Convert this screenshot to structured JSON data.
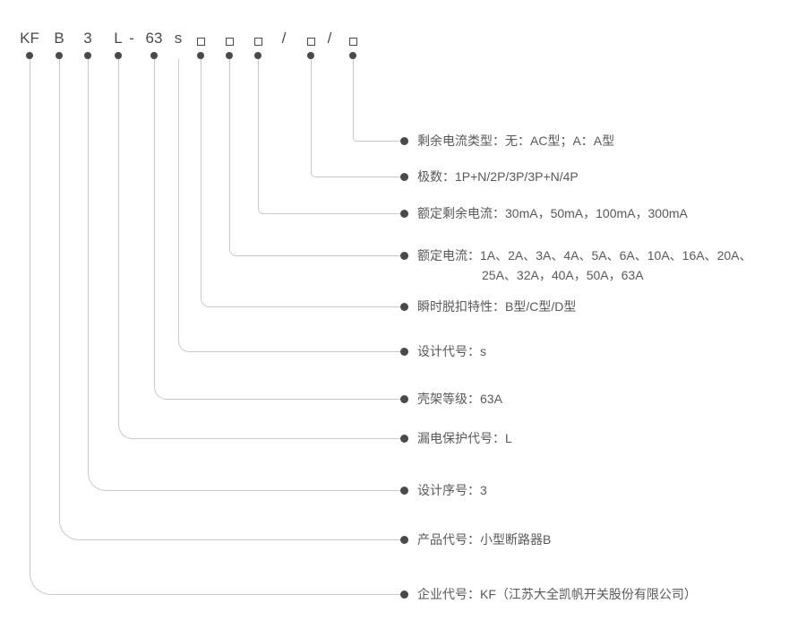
{
  "diagram": {
    "description_colors": {
      "connector_line": "#c9c9cc",
      "marker_dot": "#4a4a4d",
      "code_text": "#4a4a4a",
      "label_text": "#595959"
    },
    "separators": [
      {
        "text": "-"
      },
      {
        "text": "/"
      },
      {
        "text": "/"
      }
    ],
    "entries": [
      {
        "code": "□",
        "is_box": true,
        "label": "剩余电流类型：无：AC型；A：A型"
      },
      {
        "code": "□",
        "is_box": true,
        "label": "极数：1P+N/2P/3P/3P+N/4P"
      },
      {
        "code": "□",
        "is_box": true,
        "label": "额定剩余电流：30mA，50mA，100mA，300mA"
      },
      {
        "code": "□",
        "is_box": true,
        "label": "额定电流：1A、2A、3A、4A、5A、6A、10A、16A、20A、",
        "label_line2": "25A、32A，40A，50A，63A"
      },
      {
        "code": "□",
        "is_box": true,
        "label": "瞬时脱扣特性：B型/C型/D型"
      },
      {
        "code": "s",
        "is_box": false,
        "no_dot": true,
        "label": "设计代号：s"
      },
      {
        "code": "63",
        "is_box": false,
        "label": "壳架等级：63A"
      },
      {
        "code": "L",
        "is_box": false,
        "label": "漏电保护代号：L"
      },
      {
        "code": "3",
        "is_box": false,
        "label": "设计序号：3"
      },
      {
        "code": "B",
        "is_box": false,
        "label": "产品代号：小型断路器B"
      },
      {
        "code": "KF",
        "is_box": false,
        "label": "企业代号：KF（江苏大全凯帆开关股份有限公司）"
      }
    ]
  }
}
